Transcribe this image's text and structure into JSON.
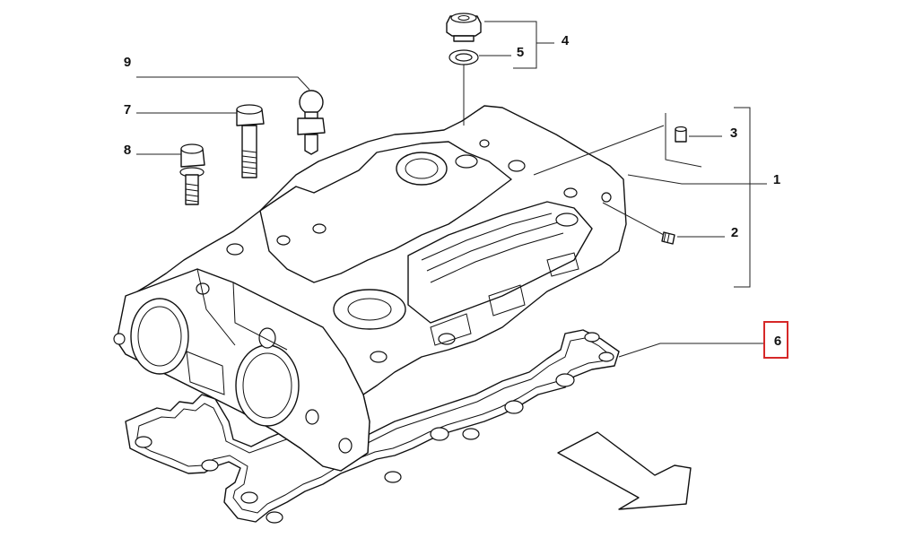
{
  "callouts": [
    {
      "id": "1",
      "label": "1"
    },
    {
      "id": "2",
      "label": "2"
    },
    {
      "id": "3",
      "label": "3"
    },
    {
      "id": "4",
      "label": "4"
    },
    {
      "id": "5",
      "label": "5"
    },
    {
      "id": "6",
      "label": "6"
    },
    {
      "id": "7",
      "label": "7"
    },
    {
      "id": "8",
      "label": "8"
    },
    {
      "id": "9",
      "label": "9"
    }
  ],
  "highlight": {
    "callout": "6",
    "color": "#d62828"
  }
}
